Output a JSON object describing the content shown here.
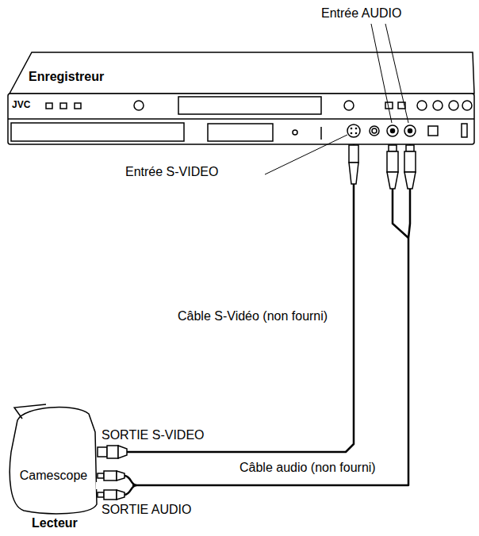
{
  "diagram": {
    "nodes": [
      {
        "text": [
          "Enregistreur"
        ]
      },
      {
        "text": [
          "Camescope",
          "Lecteur"
        ]
      }
    ],
    "edges": [
      {
        "from": 1,
        "to": 0,
        "arrow": "none",
        "label": "Câble S-Vidéo (non fourni)"
      },
      {
        "from": 1,
        "to": 0,
        "arrow": "none",
        "label": "Câble audio (non fourni)"
      }
    ],
    "labels": [
      "Entrée AUDIO",
      "Entrée S-VIDEO",
      "SORTIE S-VIDEO",
      "SORTIE AUDIO",
      "JVC"
    ]
  }
}
